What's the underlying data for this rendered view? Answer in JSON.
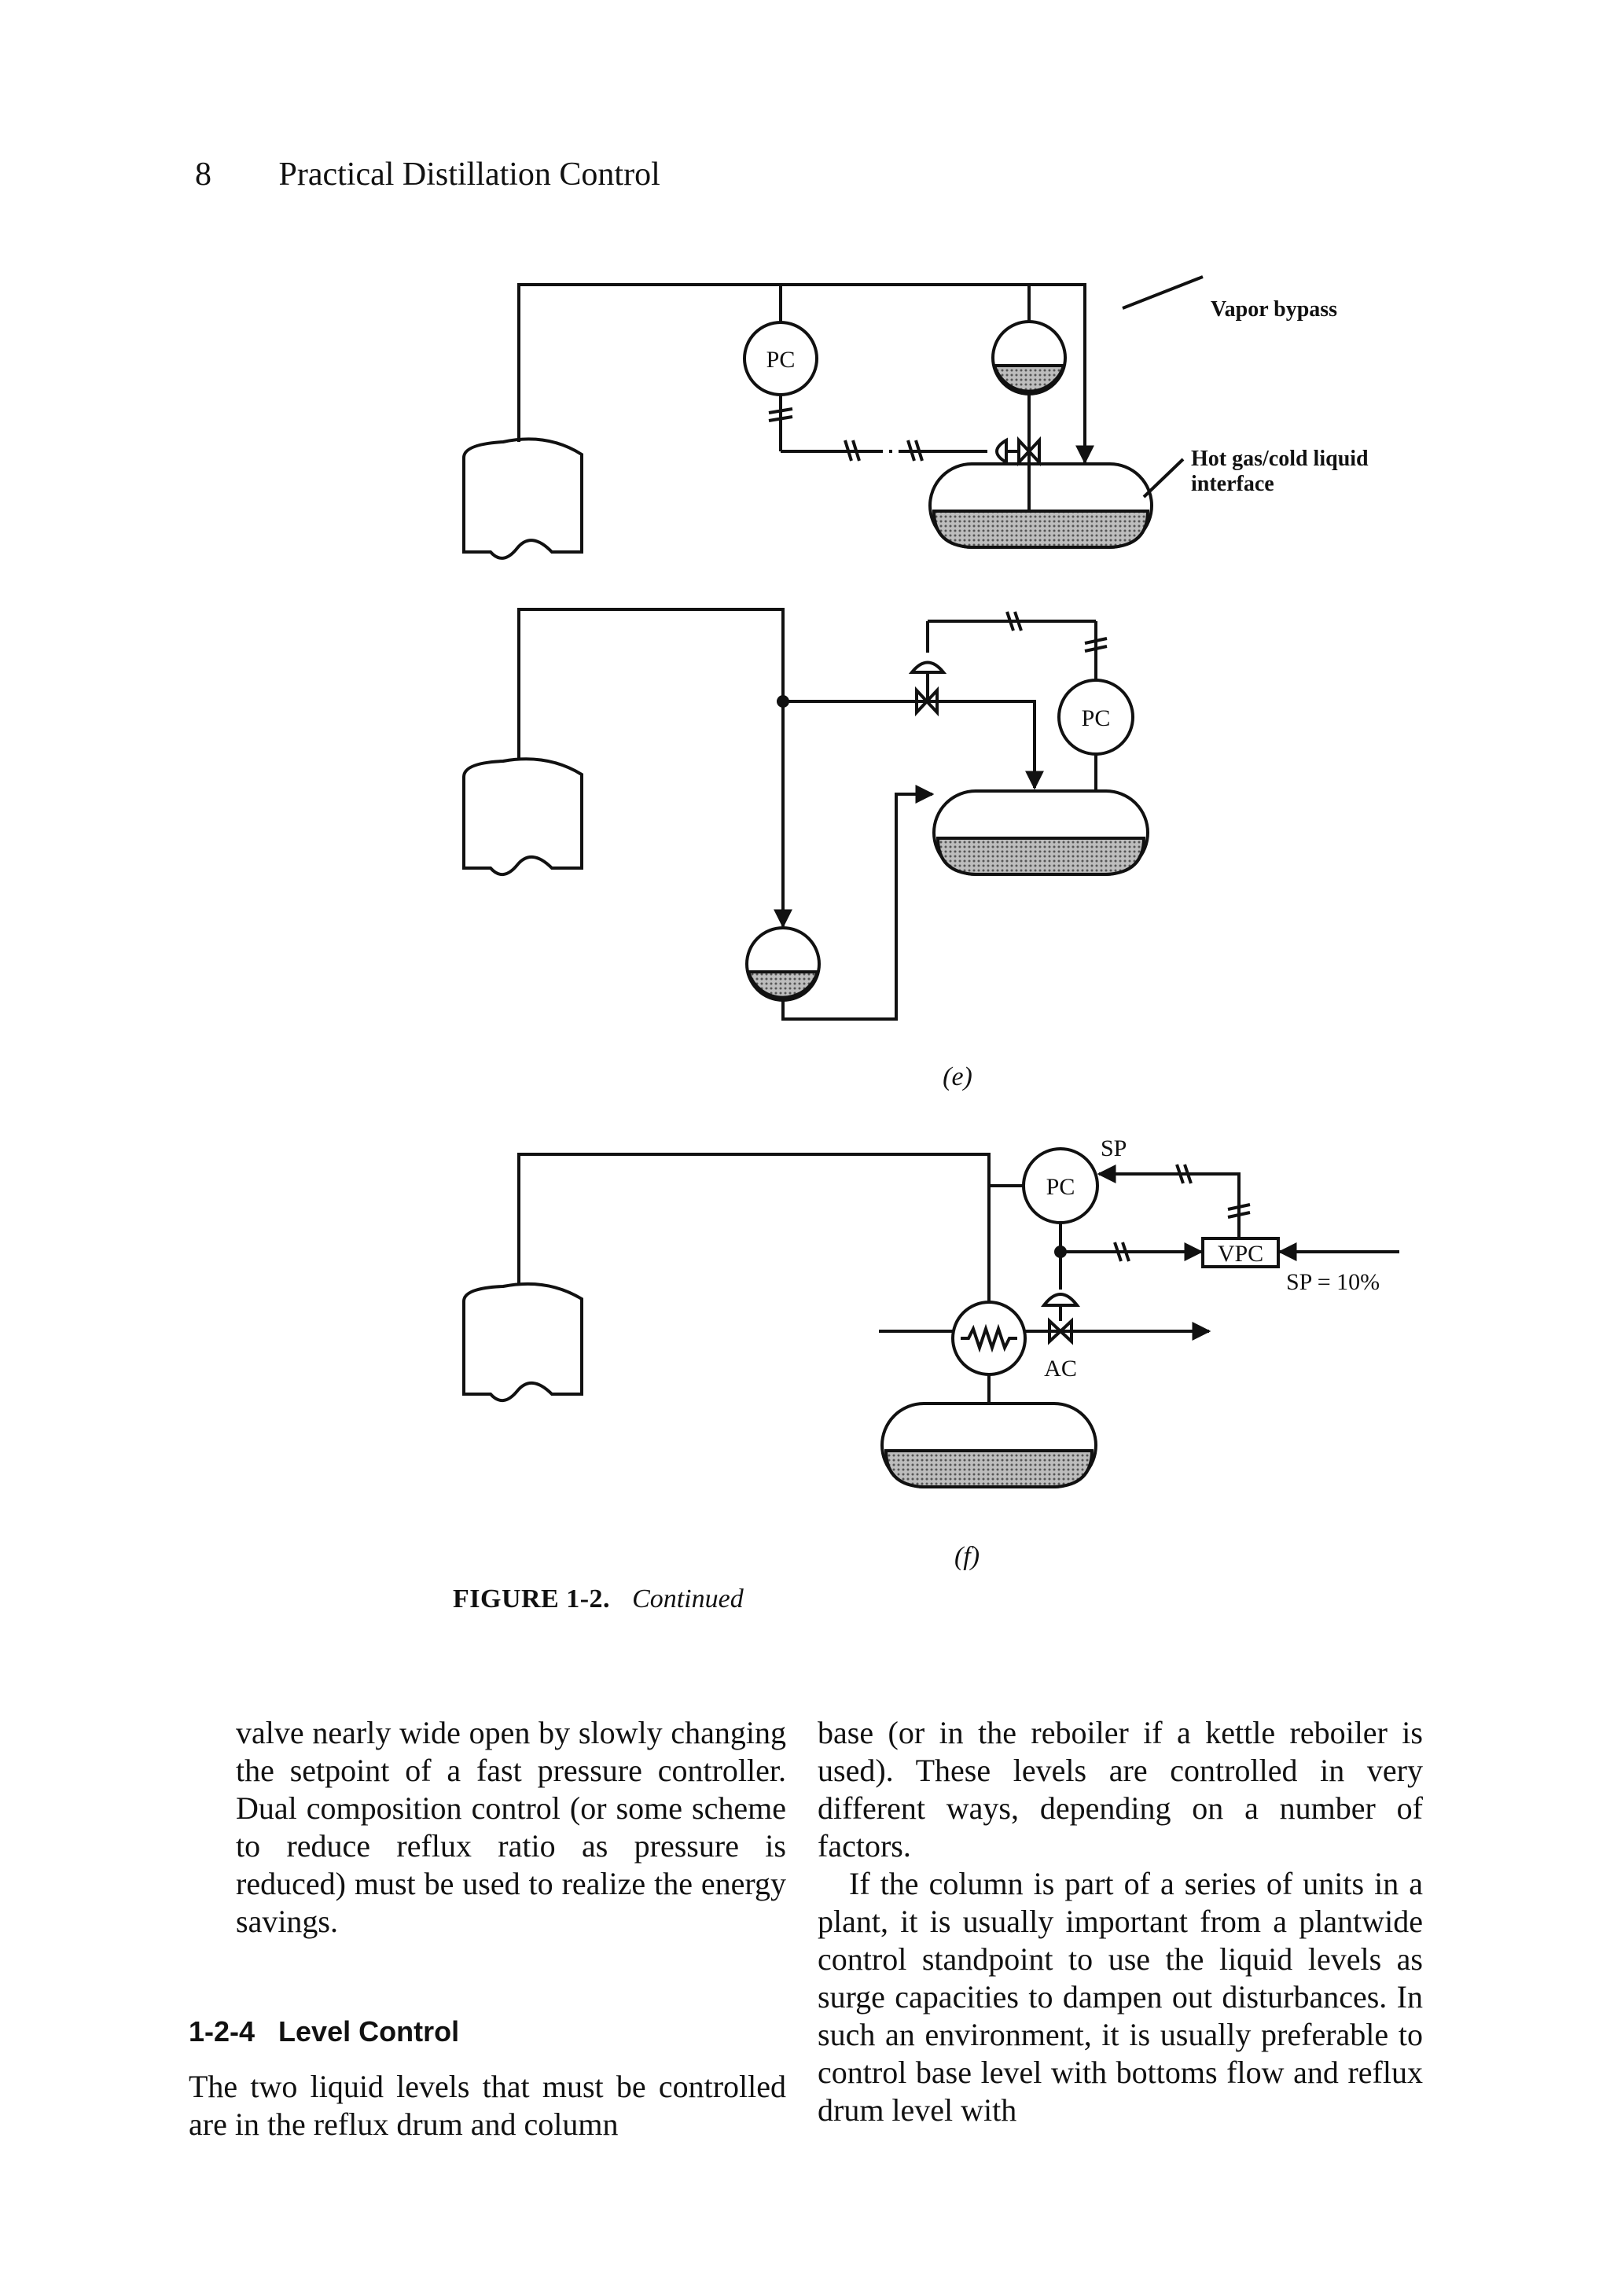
{
  "header": {
    "page_number": "8",
    "running_title": "Practical Distillation Control"
  },
  "figure": {
    "labels": {
      "vapor_bypass": "Vapor bypass",
      "hot_gas_line1": "Hot gas/cold liquid",
      "hot_gas_line2": "interface",
      "pc": "PC",
      "sp": "SP",
      "vpc": "VPC",
      "sp_10": "SP = 10%",
      "ac": "AC"
    },
    "subfigure_e": "(e)",
    "subfigure_f": "(f)"
  },
  "caption": {
    "label": "FIGURE 1-2.",
    "continued": "Continued"
  },
  "body": {
    "left_para1": "valve nearly wide open by slowly changing the setpoint of a fast pressure controller. Dual composition control (or some scheme to reduce reflux ratio as pressure is reduced) must be used to realize the energy savings.",
    "section_number": "1-2-4",
    "section_title": "Level Control",
    "left_para2": "The two liquid levels that must be controlled are in the reflux drum and column",
    "right_para1": "base (or in the reboiler if a kettle reboiler is used). These levels are controlled in very different ways, depending on a number of factors.",
    "right_para2": "If the column is part of a series of units in a plant, it is usually important from a plantwide control standpoint to use the liquid levels as surge capacities to dampen out disturbances. In such an environment, it is usually preferable to control base level with bottoms flow and reflux drum level with"
  }
}
